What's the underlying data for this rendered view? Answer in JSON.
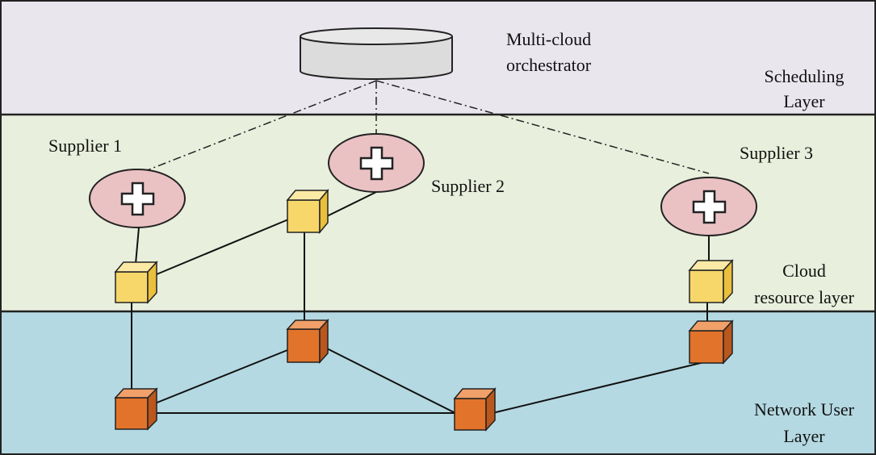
{
  "layers": {
    "scheduling": {
      "line1": "Scheduling",
      "line2": "Layer",
      "color": "#e9e6ee"
    },
    "cloud": {
      "line1": "Cloud",
      "line2": "resource layer",
      "color": "#e8efdc"
    },
    "network": {
      "line1": "Network User",
      "line2": "Layer",
      "color": "#b4d9e2"
    }
  },
  "orchestrator": {
    "line1": "Multi-cloud",
    "line2": "orchestrator",
    "icon": "database-cylinder-icon"
  },
  "suppliers": [
    {
      "label": "Supplier 1",
      "icon": "plus-icon"
    },
    {
      "label": "Supplier 2",
      "icon": "plus-icon"
    },
    {
      "label": "Supplier 3",
      "icon": "plus-icon"
    }
  ],
  "colors": {
    "cloud_node": "#f7d76a",
    "network_node": "#e2732b",
    "supplier_fill": "#ebc2c4",
    "orchestrator_fill": "#dcdcdc"
  }
}
